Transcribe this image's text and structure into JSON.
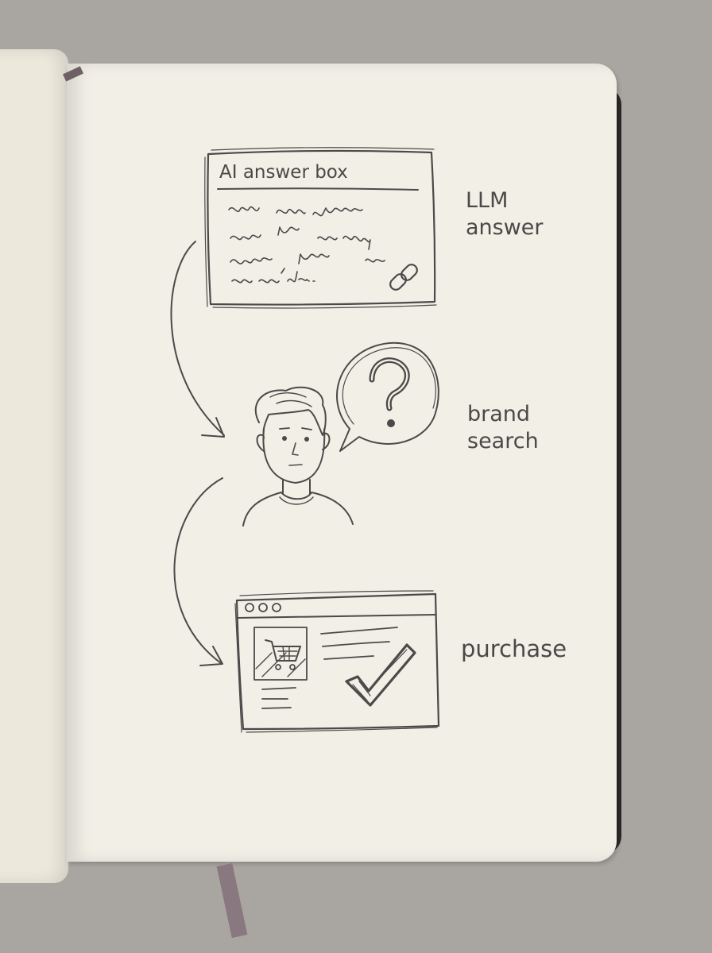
{
  "diagram": {
    "answer_box": {
      "title": "AI answer box"
    },
    "labels": {
      "llm_answer": "LLM answer",
      "brand_search": "brand search",
      "purchase": "purchase"
    },
    "icons": {
      "link": "link-icon",
      "question": "question-mark-icon",
      "cart": "cart-icon",
      "check": "checkmark-icon"
    },
    "colors": {
      "pencil": "#4b4a49",
      "paper": "#f1efe6",
      "background": "#a9a6a1"
    }
  }
}
